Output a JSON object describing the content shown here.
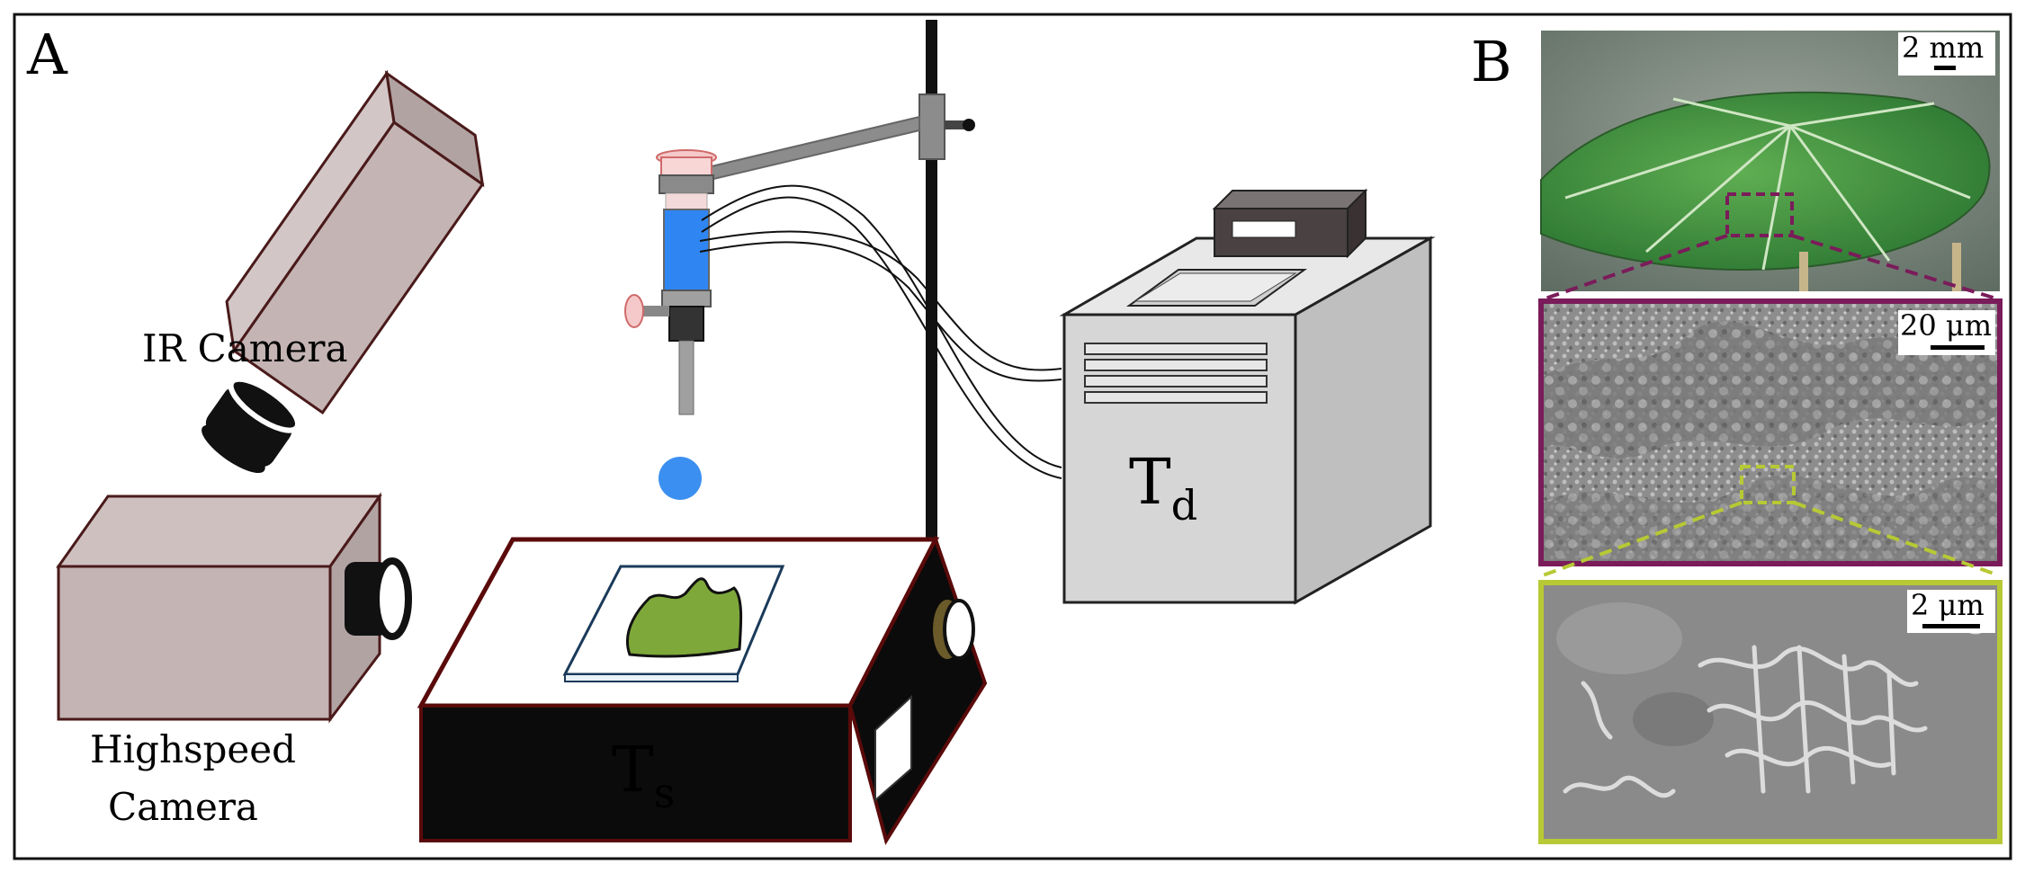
{
  "panels": {
    "a_label": "A",
    "b_label": "B"
  },
  "labels": {
    "ir_camera": "IR Camera",
    "highspeed_line1": "Highspeed",
    "highspeed_line2": "Camera",
    "stage_T": "T",
    "stage_sub": "s",
    "bath_T": "T",
    "bath_sub": "d"
  },
  "scale_bars": {
    "leaf": "2 mm",
    "sem_medium": "20 μm",
    "sem_high": "2 μm"
  },
  "colors": {
    "camera_body": "#c4b4b4",
    "camera_outline": "#4a1a1a",
    "droplet": "#3b8ff0",
    "syringe_liquid": "#2f86f2",
    "leaf_sample": "#7ea83a",
    "stage_outline": "#5a0a0a",
    "bath_body": "#d6d6d6",
    "leaf_frame": "#7a1c5a",
    "sem_frame_high": "#b7c934"
  }
}
